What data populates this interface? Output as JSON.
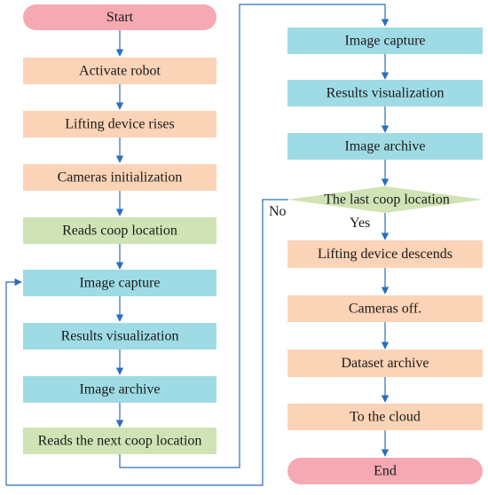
{
  "colors": {
    "terminal": "#f5a9b3",
    "process_orange": "#fbd3b6",
    "process_green": "#cfe3b4",
    "process_blue": "#9fdbe5",
    "decision": "#cfe3b4",
    "arrow": "#2a6ebb"
  },
  "left_column": {
    "start": "Start",
    "activate_robot": "Activate robot",
    "lifting_device_rises": "Lifting device rises",
    "cameras_initialization": "Cameras initialization",
    "reads_coop_location": "Reads coop location",
    "image_capture": "Image capture",
    "results_visualization": "Results visualization",
    "image_archive": "Image archive",
    "reads_next_coop_location": "Reads the next coop location"
  },
  "right_column": {
    "image_capture": "Image capture",
    "results_visualization": "Results visualization",
    "image_archive": "Image archive",
    "last_coop_location": "The last coop location",
    "lifting_device_descends": "Lifting device descends",
    "cameras_off": "Cameras off.",
    "dataset_archive": "Dataset archive",
    "to_the_cloud": "To the cloud",
    "end": "End"
  },
  "edge_labels": {
    "no": "No",
    "yes": "Yes"
  }
}
